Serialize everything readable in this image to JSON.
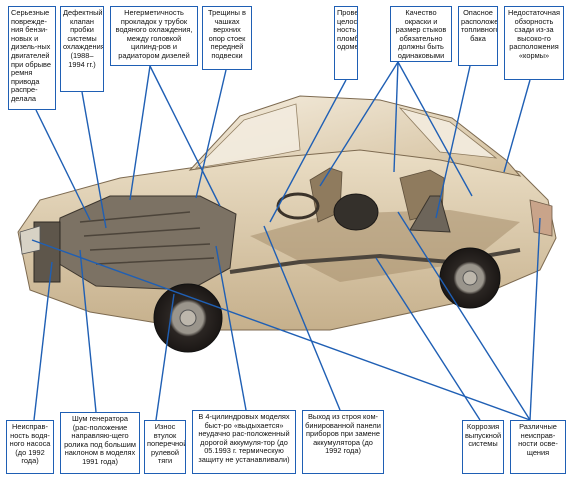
{
  "colors": {
    "box_border": "#1f5fb4",
    "leader": "#1f5fb4",
    "body_shell": "#d9c8ad",
    "body_shadow": "#b9a27f",
    "engine": "#7c7264",
    "tire": "#2b2623",
    "glass": "#efe7d8"
  },
  "callouts": {
    "belt": "Серьезные поврежде-ния бензи-новых и дизель-ных двигателей при обрыве ремня привода распре-делала",
    "plug": "Дефектный клапан пробки системы охлаждения (1988–1994 гг.)",
    "gasket": "Негерметичность прокладок у трубок водяного охлаждения, между головкой цилинд-ров и радиатором дизелей",
    "cracks": "Трещины в чашках верхних опор стоек передней подвески",
    "odometer": "Проверьте целост-ность пломбы одометра",
    "paint": "Качество окраски и размер стыков обязательно должны быть одинаковыми",
    "tank": "Опасное расположение топливного бака",
    "rear_view": "Недостаточная обзорность сзади из-за высоко-го расположения «кормы»",
    "pump": "Неисправ-ность водя-ного насоса (до 1992 года)",
    "generator": "Шум генератора (рас-положение направляю-щего ролика под большим наклоном в моделях 1991 года)",
    "bushings": "Износ втулок поперечной рулевой тяги",
    "battery": "В 4-цилиндровых моделях быст-ро «выдыхается» неудачно рас-положенный дорогой аккумуля-тор (до 05.1993 г. термическую защиту не устанавливали)",
    "panel": "Выход из строя ком-бинированной панели приборов при замене аккумулятора (до 1992 года)",
    "exhaust": "Коррозия выпускной системы",
    "lighting": "Различные неисправ-ности осве-щения"
  }
}
